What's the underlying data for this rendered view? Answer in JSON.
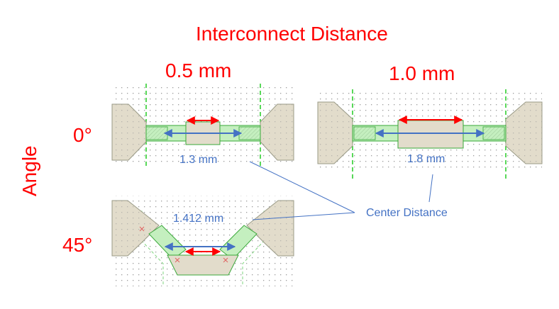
{
  "title": "Interconnect Distance",
  "columns": {
    "first": "0.5 mm",
    "second": "1.0 mm"
  },
  "axis_label": "Angle",
  "rows": {
    "first": "0°",
    "second": "45°"
  },
  "distances": {
    "a": "1.3 mm",
    "b": "1.8 mm",
    "c": "1.412 mm"
  },
  "callout": "Center Distance",
  "colors": {
    "label_red": "#ff0000",
    "label_blue": "#4472c4",
    "pad_fill": "#e2dccb",
    "pad_stroke": "#9a9a86",
    "trace_fill": "#c4efbf",
    "trace_stroke": "#3aa83a",
    "guide_green": "#22cc22",
    "grid_dot": "#9b9b9b"
  }
}
